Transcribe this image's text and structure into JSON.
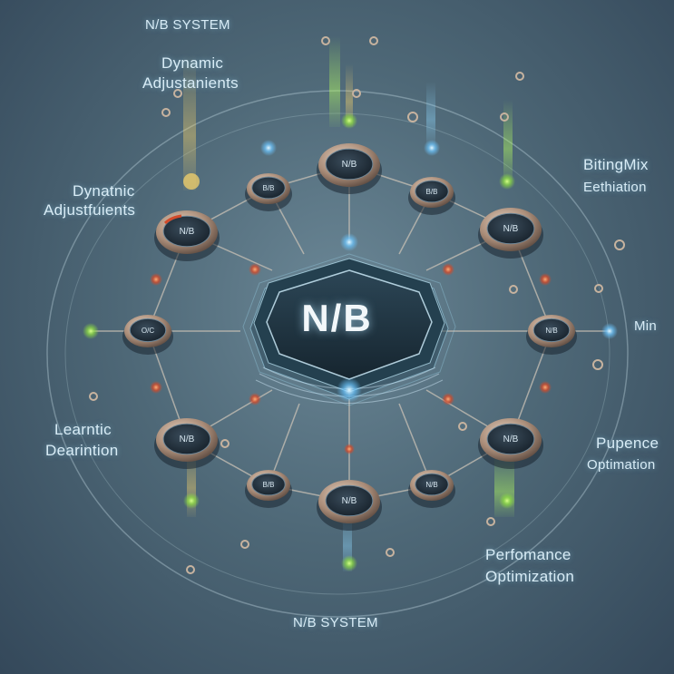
{
  "labels": {
    "top_title": "N/B SYSTEM",
    "top_left_line1": "Dynamic",
    "top_left_line2": "Adjustanients",
    "left_line1": "Dynatnic",
    "left_line2": "Adjustfuients",
    "right_top_line1": "BitingMix",
    "right_top_line2": "Eethiation",
    "right_mid": "Min",
    "left_bottom_line1": "Learntic",
    "left_bottom_line2": "Dearintion",
    "right_bottom_line1": "Pupence",
    "right_bottom_line2": "Optimation",
    "bottom_right_line1": "Perfomance",
    "bottom_right_line2": "Optimization",
    "bottom_title": "N/B SYSTEM"
  },
  "hub_label": "N/B",
  "node_labels": {
    "n1": "N/B",
    "n2": "B/B",
    "n3": "B/B",
    "n4": "N/B",
    "n5": "N/B",
    "n6": "O/C",
    "n7": "N/B",
    "n8": "N/B",
    "n9": "N/B",
    "n10": "B/B",
    "n11": "N/B",
    "n12": "N/B"
  },
  "colors": {
    "node_ring": "#b49a86",
    "node_face": "#22303c",
    "accent_red": "#d24a2a",
    "accent_green": "#9be34b",
    "accent_blue": "#7ad0ff",
    "line": "#c9c2b6"
  }
}
